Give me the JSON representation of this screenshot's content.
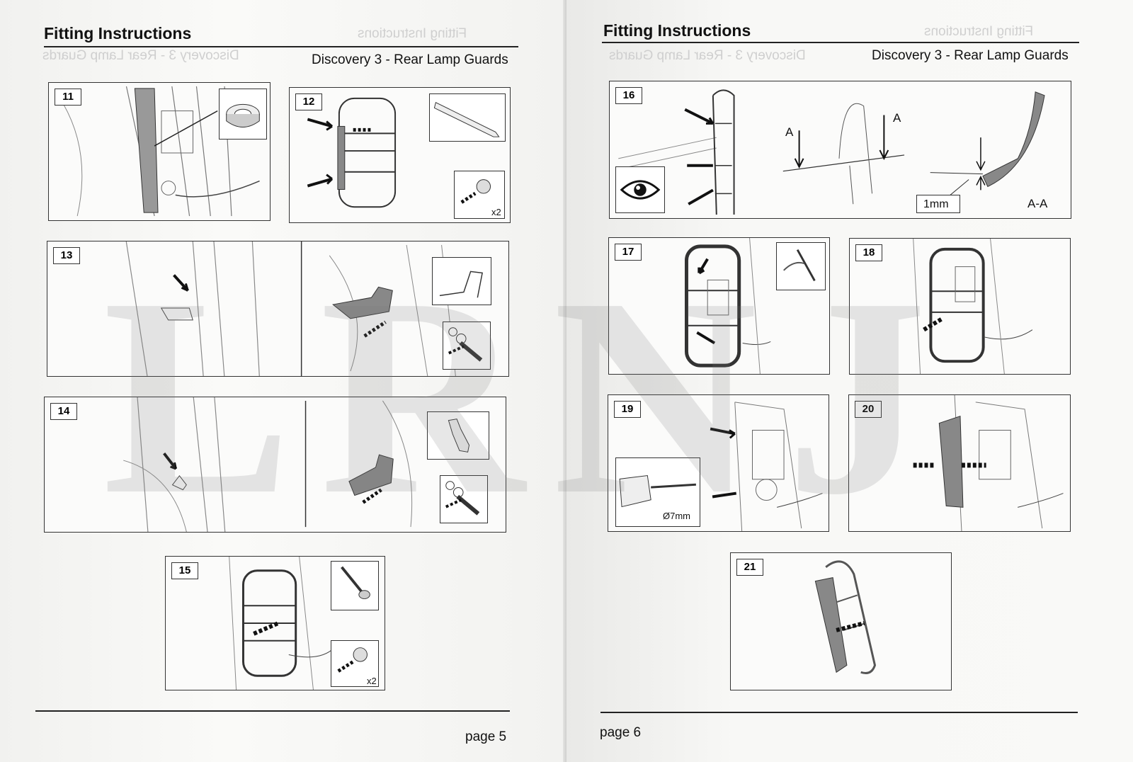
{
  "left_page": {
    "header_title": "Fitting Instructions",
    "header_subtitle": "Discovery 3 - Rear Lamp Guards",
    "page_label": "page 5",
    "steps": [
      {
        "number": "11"
      },
      {
        "number": "12",
        "quantity": "x2"
      },
      {
        "number": "13"
      },
      {
        "number": "14"
      },
      {
        "number": "15",
        "quantity": "x2"
      }
    ]
  },
  "right_page": {
    "header_title": "Fitting Instructions",
    "header_subtitle": "Discovery 3 - Rear Lamp Guards",
    "page_label": "page 6",
    "steps": [
      {
        "number": "16",
        "section_marker": "A",
        "gap_label": "1mm",
        "section_label": "A-A"
      },
      {
        "number": "17"
      },
      {
        "number": "18"
      },
      {
        "number": "19",
        "drill_label": "Ø7mm"
      },
      {
        "number": "20"
      },
      {
        "number": "21"
      }
    ]
  },
  "watermark": "LRNJ",
  "colors": {
    "paper": "#f7f7f5",
    "ink": "#222222",
    "watermark": "#b4b4b4"
  }
}
